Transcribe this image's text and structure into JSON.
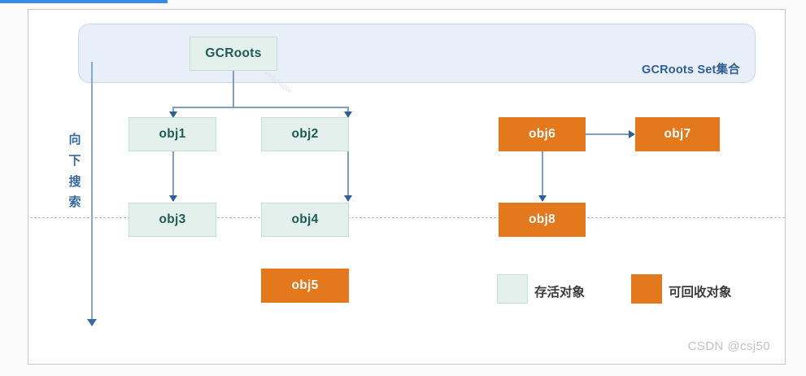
{
  "chrome": {
    "accent_color": "#3c8ae8"
  },
  "diagram": {
    "title_label": "GCRoots Set集合",
    "axis_label_chars": [
      "向",
      "下",
      "搜",
      "索"
    ],
    "artifact_text": "reachable",
    "colors": {
      "live_fill": "#e4f0ec",
      "live_border": "#c4ded5",
      "live_text": "#1f5b55",
      "garbage_fill": "#e3781c",
      "garbage_text": "#ffffff",
      "set_fill": "#e8eff9",
      "set_border": "#c3d7ee",
      "set_label_text": "#2e6094",
      "connector": "#7e9fc0",
      "arrowhead": "#2f5f95",
      "dashed_line": "#b9b9b9"
    },
    "nodes": {
      "root": "GCRoots",
      "obj1": "obj1",
      "obj2": "obj2",
      "obj3": "obj3",
      "obj4": "obj4",
      "obj5": "obj5",
      "obj6": "obj6",
      "obj7": "obj7",
      "obj8": "obj8"
    },
    "legend": [
      {
        "label": "存活对象",
        "kind": "live"
      },
      {
        "label": "可回收对象",
        "kind": "garbage"
      }
    ]
  },
  "watermark": {
    "text": "CSDN @csj50"
  }
}
